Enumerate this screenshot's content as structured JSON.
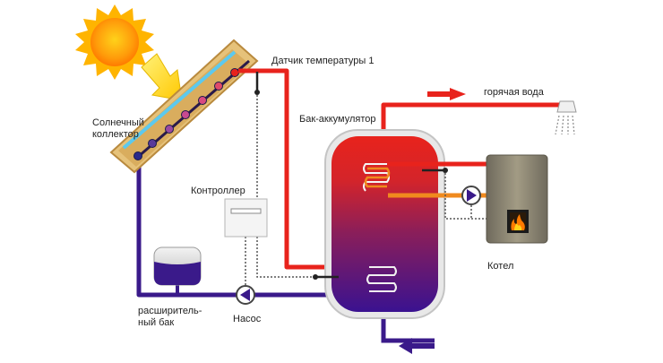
{
  "colors": {
    "hot": "#e8231c",
    "cold": "#3a1a8a",
    "orange": "#f08a1e",
    "dotted": "#555555",
    "collector_frame": "#e6c27a",
    "tank_top": "#e8231c",
    "tank_bottom": "#3a1290",
    "boiler": "#7f7a6c"
  },
  "icons": [
    "sun-icon",
    "arrow-icon",
    "shower-head-icon",
    "pump-icon",
    "fire-icon"
  ],
  "labels": {
    "solar_collector": [
      "Солнечный",
      "коллектор"
    ],
    "temp_sensor": "Датчик температуры 1",
    "hot_water": "горячая вода",
    "storage_tank": "Бак-аккумулятор",
    "controller": "Контроллер",
    "boiler": "Котел",
    "expansion_tank": [
      "расширитель-",
      "ный бак"
    ],
    "pump": "Насос"
  }
}
